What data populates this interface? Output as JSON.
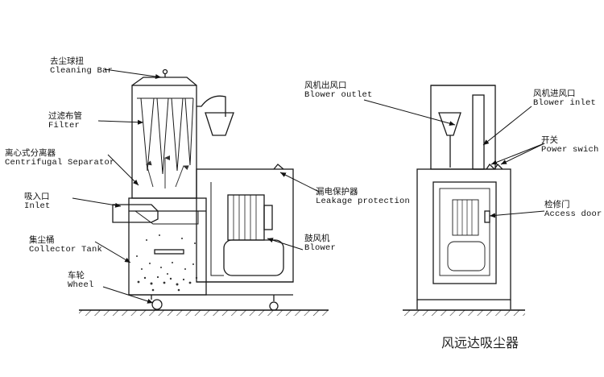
{
  "labels": {
    "cleaning_bar": {
      "zh": "去尘球扭",
      "en": "Cleaning Bar"
    },
    "filter": {
      "zh": "过滤布管",
      "en": "Filter"
    },
    "centrifugal": {
      "zh": "离心式分离器",
      "en": "Centrifugal Separator"
    },
    "inlet": {
      "zh": "吸入口",
      "en": "Inlet"
    },
    "collector": {
      "zh": "集尘桶",
      "en": "Collector Tank"
    },
    "wheel": {
      "zh": "车轮",
      "en": "Wheel"
    },
    "leakage": {
      "zh": "漏电保护器",
      "en": "Leakage protection"
    },
    "blower": {
      "zh": "鼓风机",
      "en": "Blower"
    },
    "blower_outlet": {
      "zh": "风机出风口",
      "en": "Blower outlet"
    },
    "blower_inlet": {
      "zh": "风机进风口",
      "en": "Blower inlet"
    },
    "power_switch": {
      "zh": "开关",
      "en": "Power swich"
    },
    "access_door": {
      "zh": "检修门",
      "en": "Access door"
    }
  },
  "caption": "风远达吸尘器",
  "colors": {
    "line": "#1a1a1a",
    "ground": "#555555",
    "bg": "#ffffff"
  }
}
